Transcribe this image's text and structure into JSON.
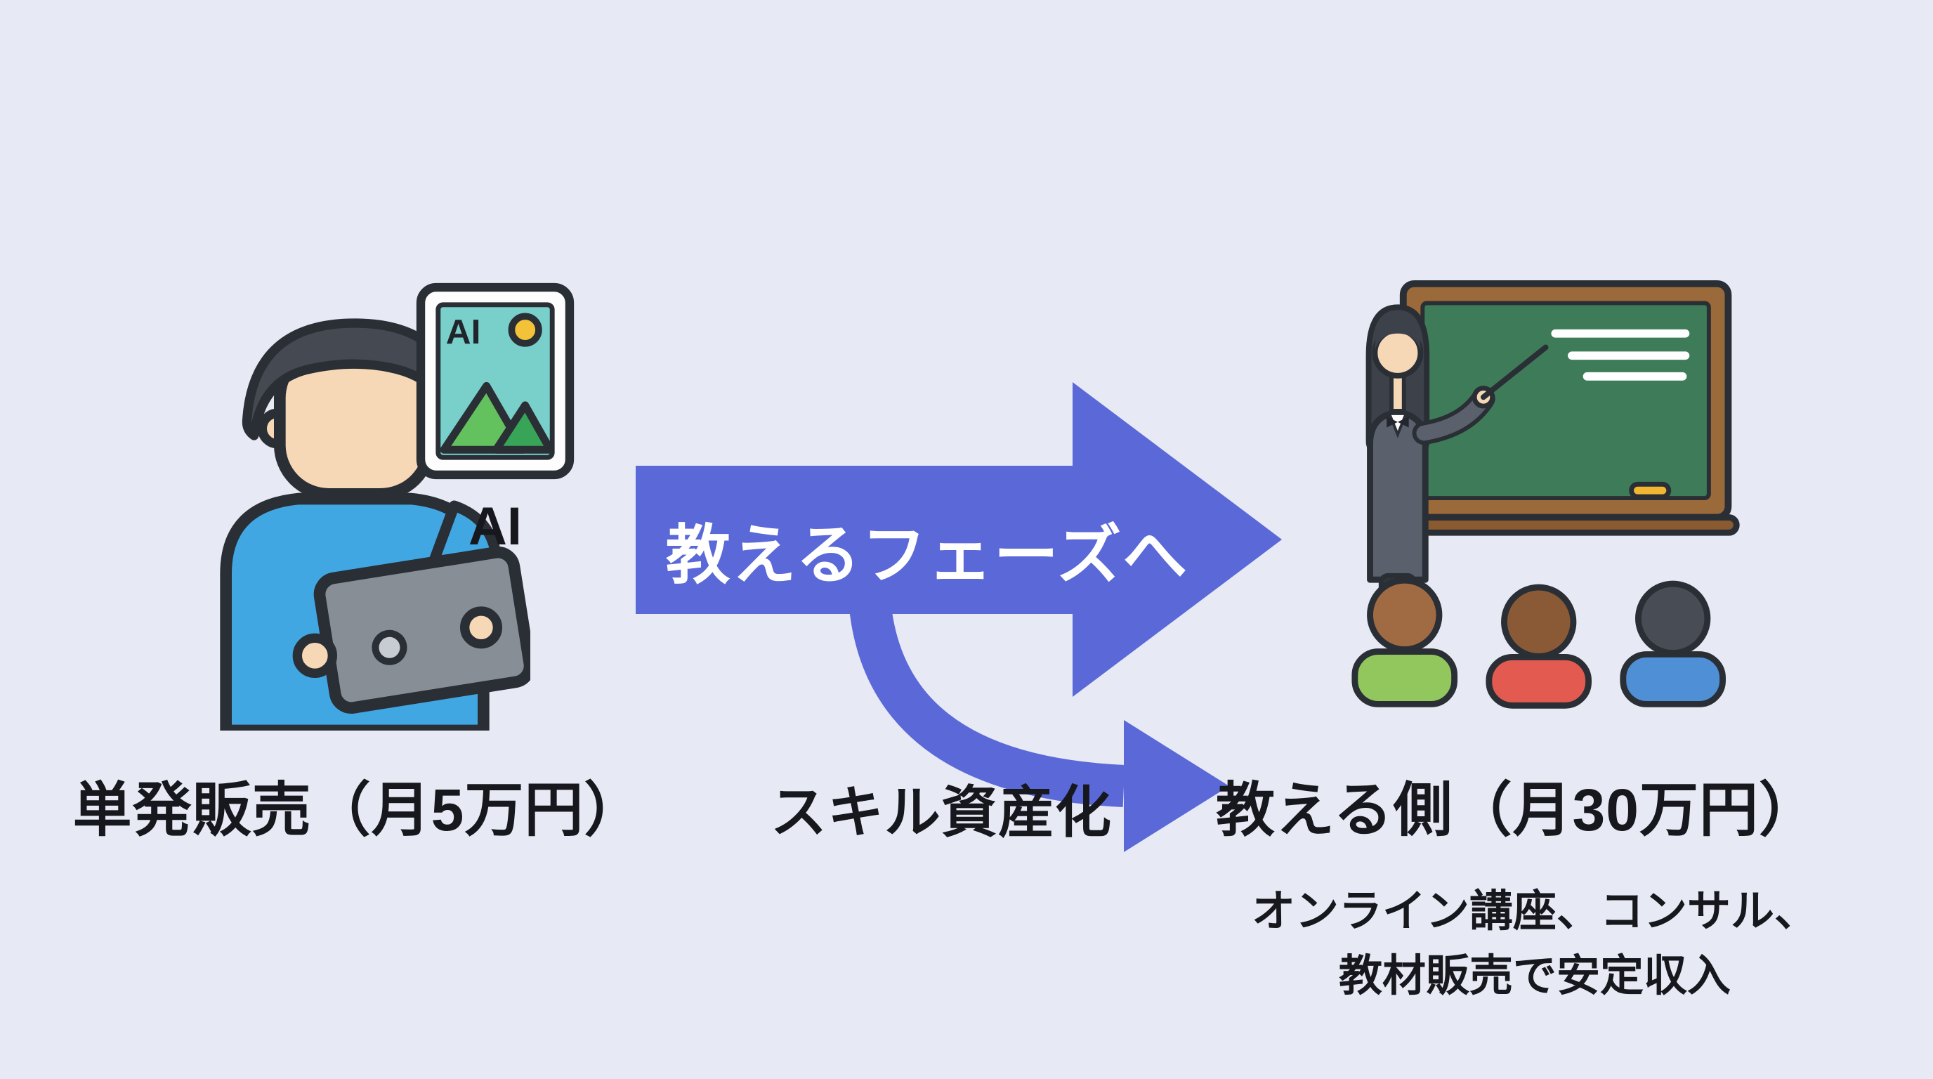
{
  "colors": {
    "background": "#e7e9f4",
    "arrow": "#5a68d8",
    "text": "#17181d",
    "arrow_label_text": "#ffffff"
  },
  "left_section": {
    "caption": "単発販売（月5万円）",
    "frame_inner_label": "AI",
    "frame_caption": "AI"
  },
  "transition": {
    "main_arrow_label": "教えるフェーズへ",
    "branch_label": "スキル資産化"
  },
  "right_section": {
    "caption": "教える側（月30万円）",
    "note_line1": "オンライン講座、コンサル、",
    "note_line2": "教材販売で安定収入"
  },
  "icons": {
    "creator": "person-with-tablet-icon",
    "ai_artwork": "ai-framed-mountain-image-icon",
    "main_arrow": "right-arrow-icon",
    "branch_arrow": "curved-branch-arrow-icon",
    "classroom": "teacher-chalkboard-students-icon"
  }
}
